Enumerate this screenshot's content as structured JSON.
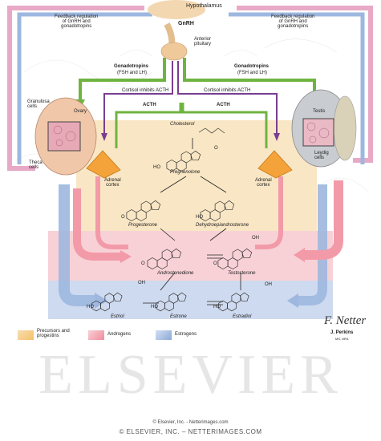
{
  "labels": {
    "hypothalamus": "Hypothalamus",
    "gnrh": "GnRH",
    "anterior_pituitary": "Anterior\npituitary",
    "feedback_left": "Feedback regulation\nof GnRH and\ngonadotropins",
    "feedback_right": "Feedback regulation\nof GnRH and\ngonadotropins",
    "gonadotropins_left": "Gonadotropins",
    "gonadotropins_left_sub": "(FSH and LH)",
    "gonadotropins_right": "Gonadotropins",
    "gonadotropins_right_sub": "(FSH and LH)",
    "cortisol_left": "Cortisol inhibits ACTH",
    "cortisol_right": "Cortisol inhibits ACTH",
    "acth_left": "ACTH",
    "acth_right": "ACTH",
    "granulosa": "Granulosa\ncells",
    "ovary": "Ovary",
    "theca": "Theca\ncells",
    "testis": "Testis",
    "leydig": "Leydig\ncells",
    "adrenal_left": "Adrenal\ncortex",
    "adrenal_right": "Adrenal\ncortex",
    "cholesterol": "Cholesterol",
    "pregnenolone": "Pregnenolone",
    "progesterone": "Progesterone",
    "dhea": "Dehydroepiandrosterone",
    "androstenedione": "Androstenedione",
    "testosterone": "Testosterone",
    "estriol": "Estriol",
    "estrone": "Estrone",
    "estradiol": "Estradiol",
    "ho": "HO",
    "oh": "OH",
    "o": "O"
  },
  "legend": {
    "precursors": "Precursors and\nprogestins",
    "androgens": "Androgens",
    "estrogens": "Estrogens"
  },
  "signature": {
    "script": "F. Netter",
    "name": "J. Perkins",
    "credentials": "MS, MFA"
  },
  "watermark": "ELSEVIER",
  "copyright_small": "© Elsevier, Inc. - Netterimages.com",
  "copyright_large": "© ELSEVIER, INC. – NETTERIMAGES.COM",
  "colors": {
    "precursor_band": "#f7ddb0",
    "androgen_band": "#f5b9c2",
    "estrogen_band": "#b9cbe8",
    "gonadotropin_arrow": "#6fb440",
    "acth_arrow": "#7a3d91",
    "feedback_pink": "#e8a9c6",
    "feedback_blue": "#9db7df",
    "adrenal": "#f4a23a"
  }
}
